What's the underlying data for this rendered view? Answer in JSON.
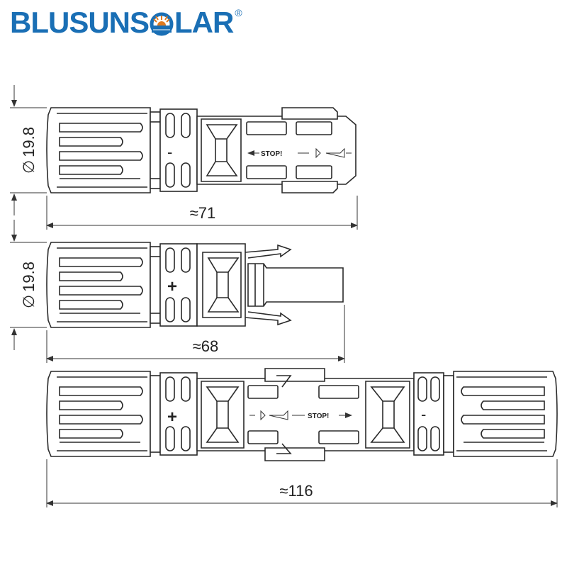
{
  "brand": {
    "name_left": "BLUSUNS",
    "name_right": "LAR",
    "registered": "®",
    "color": "#1a6fb5",
    "sun_color": "#e07a1f"
  },
  "connectors": {
    "female": {
      "polarity": "-",
      "diameter": "19.8",
      "length": "≈71",
      "label": "STOP!"
    },
    "male": {
      "polarity": "+",
      "diameter": "19.8",
      "length": "≈68"
    },
    "assembled": {
      "polarity_left": "+",
      "polarity_right": "-",
      "length": "≈116",
      "label": "STOP!"
    }
  },
  "symbols": {
    "diameter": "∅"
  }
}
